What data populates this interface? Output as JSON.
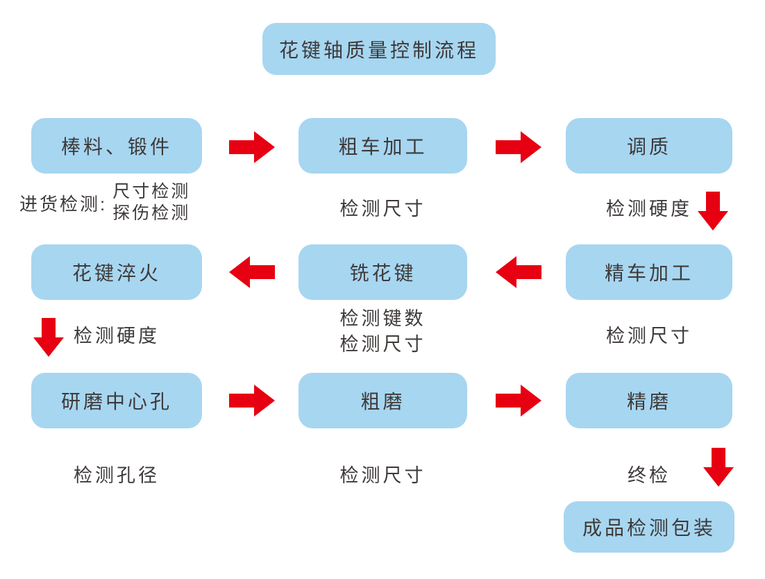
{
  "title": "花键轴质量控制流程",
  "colors": {
    "node_fill": "#a7d6f1",
    "arrow_red": "#e60012",
    "text": "#3e3a39",
    "background": "#ffffff"
  },
  "rows": [
    {
      "direction": "right",
      "boxes": [
        {
          "label": "棒料、锻件",
          "check_prefix": "进货检测:",
          "checks": [
            "尺寸检测",
            "探伤检测"
          ]
        },
        {
          "label": "粗车加工",
          "checks": [
            "检测尺寸"
          ]
        },
        {
          "label": "调质",
          "checks": [
            "检测硬度"
          ],
          "down_arrow": true
        }
      ]
    },
    {
      "direction": "left",
      "boxes": [
        {
          "label": "花键淬火",
          "checks": [
            "检测硬度"
          ],
          "down_arrow": true
        },
        {
          "label": "铣花键",
          "checks": [
            "检测键数",
            "检测尺寸"
          ]
        },
        {
          "label": "精车加工",
          "checks": [
            "检测尺寸"
          ]
        }
      ]
    },
    {
      "direction": "right",
      "boxes": [
        {
          "label": "研磨中心孔",
          "checks": [
            "检测孔径"
          ]
        },
        {
          "label": "粗磨",
          "checks": [
            "检测尺寸"
          ]
        },
        {
          "label": "精磨",
          "checks": [
            "终检"
          ],
          "down_arrow": true
        }
      ]
    }
  ],
  "final_node": {
    "label": "成品检测包装"
  }
}
